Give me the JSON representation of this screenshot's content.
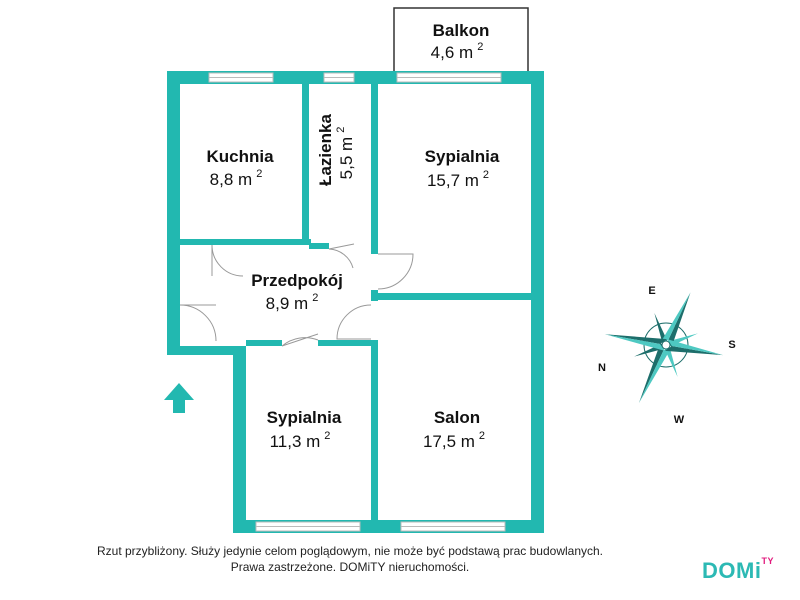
{
  "colors": {
    "wall": "#22b8b0",
    "window": "#e9e9e9",
    "compass_dark": "#1d6e6b",
    "compass_light": "#4ec9c2",
    "logo_accent": "#e1197d"
  },
  "rooms": {
    "balkon": {
      "name": "Balkon",
      "area": "4,6 m",
      "sup": "2"
    },
    "kuchnia": {
      "name": "Kuchnia",
      "area": "8,8 m",
      "sup": "2"
    },
    "lazienka": {
      "name": "Łazienka",
      "area": "5,5 m",
      "sup": "2"
    },
    "sypialnia_top": {
      "name": "Sypialnia",
      "area": "15,7 m",
      "sup": "2"
    },
    "przedpokoj": {
      "name": "Przedpokój",
      "area": "8,9 m",
      "sup": "2"
    },
    "sypialnia_bottom": {
      "name": "Sypialnia",
      "area": "11,3 m",
      "sup": "2"
    },
    "salon": {
      "name": "Salon",
      "area": "17,5 m",
      "sup": "2"
    }
  },
  "compass": {
    "e": "E",
    "s": "S",
    "w": "W",
    "n": "N"
  },
  "icons": {
    "entrance": "up-arrow-icon",
    "compass": "compass-rose-icon"
  },
  "footer": {
    "line1": "Rzut przybliżony. Służy jedynie celom poglądowym, nie może być podstawą prac budowlanych.",
    "line2": "Prawa zastrzeżone. DOMiTY nieruchomości."
  },
  "logo": {
    "main": "DOMi",
    "accent": "TY"
  }
}
